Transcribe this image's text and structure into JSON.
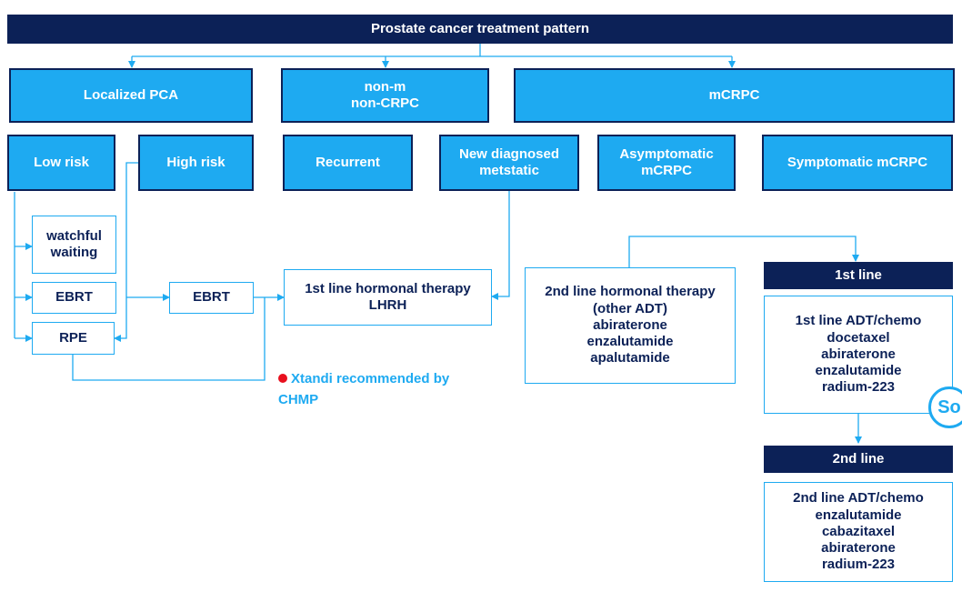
{
  "title": "Prostate cancer treatment pattern",
  "categories": {
    "localized": "Localized PCA",
    "non_m": [
      "non-m",
      "non-CRPC"
    ],
    "mcrpc": "mCRPC"
  },
  "subcategories": {
    "low_risk": "Low risk",
    "high_risk": "High risk",
    "recurrent": "Recurrent",
    "new_diagnosed": [
      "New diagnosed",
      "metstatic"
    ],
    "asymptomatic": [
      "Asymptomatic",
      "mCRPC"
    ],
    "symptomatic": "Symptomatic mCRPC"
  },
  "treatments": {
    "watchful": [
      "watchful",
      "waiting"
    ],
    "ebrt_low": "EBRT",
    "rpe": "RPE",
    "ebrt_high": "EBRT",
    "first_hormonal": [
      "1st line hormonal therapy",
      "LHRH"
    ],
    "second_hormonal": [
      "2nd line hormonal therapy",
      "(other ADT)",
      "abiraterone",
      "enzalutamide",
      "apalutamide"
    ],
    "first_line_header": "1st line",
    "first_line": [
      "1st line ADT/chemo",
      "docetaxel",
      "abiraterone",
      "enzalutamide",
      "radium-223"
    ],
    "second_line_header": "2nd line",
    "second_line": [
      "2nd line ADT/chemo",
      "enzalutamide",
      "cabazitaxel",
      "abiraterone",
      "radium-223"
    ]
  },
  "note": "Xtandi recommended by CHMP",
  "badge": "So",
  "colors": {
    "navy": "#0c2157",
    "blue": "#1eaaf1",
    "red": "#e8101e"
  }
}
